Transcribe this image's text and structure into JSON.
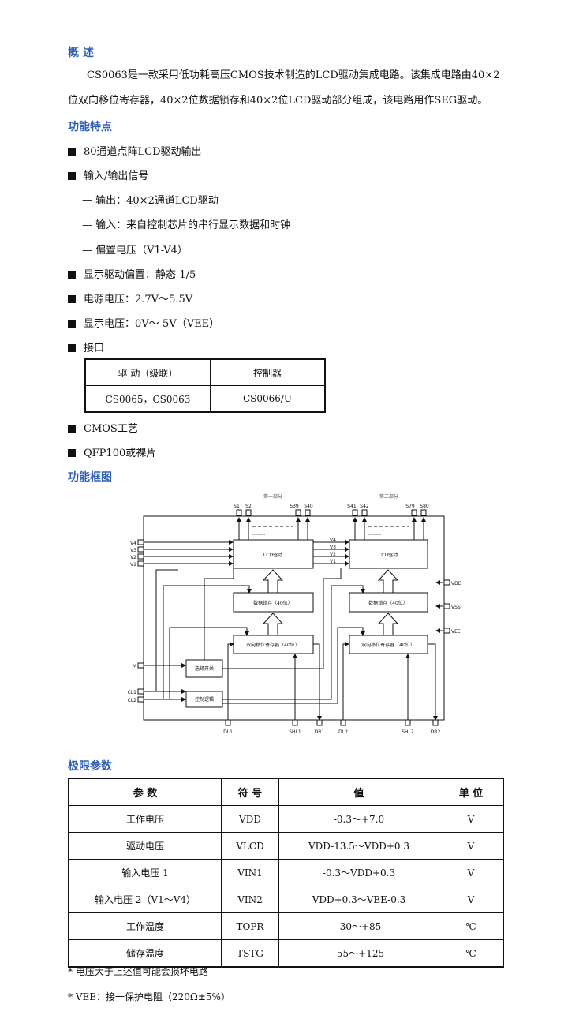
{
  "overview": {
    "heading": "概 述",
    "line1": "CS0063是一款采用低功耗高压CMOS技术制造的LCD驱动集成电路。该集成电路由40×2",
    "line2": "位双向移位寄存器，40×2位数据锁存和40×2位LCD驱动部分组成，该电路用作SEG驱动。"
  },
  "features": {
    "heading": "功能特点",
    "items": [
      "80通道点阵LCD驱动输出",
      "输入/输出信号",
      "显示驱动偏置：静态-1/5",
      "电源电压：2.7V～5.5V",
      "显示电压：0V～-5V（VEE）",
      "接口",
      "CMOS工艺",
      "QFP100或裸片"
    ],
    "sub_items": [
      "— 输出：40×2通道LCD驱动",
      "— 输入：来自控制芯片的串行显示数据和时钟",
      "— 偏置电压（V1-V4）"
    ],
    "interface_table": {
      "headers": [
        "驱 动（级联）",
        "控制器"
      ],
      "row": [
        "CS0065，CS0063",
        "CS0066/U"
      ]
    }
  },
  "diagram": {
    "heading": "功能框图",
    "part1": "第一部分",
    "part2": "第二部分",
    "pins_top_left": [
      "S1",
      "S2",
      "S39",
      "S40"
    ],
    "pins_top_right": [
      "S41",
      "S42",
      "S79",
      "S80"
    ],
    "pins_left": [
      "V4",
      "V3",
      "V2",
      "V1",
      "M",
      "CL1",
      "CL2"
    ],
    "pins_right": [
      "VDD",
      "VSS",
      "VEE"
    ],
    "pins_bottom": [
      "DL1",
      "SHL1",
      "DR1",
      "DL2",
      "SHL2",
      "DR2"
    ],
    "bias_labels": [
      "V4",
      "V3",
      "V2",
      "V1"
    ],
    "lcd_driver": "LCD驱动",
    "data_latch": "数据锁存（40位）",
    "shift_reg": "双向移位寄存器（40位）",
    "select_switch": "选择开关",
    "control_logic": "控制逻辑",
    "dashes": "--------"
  },
  "limits": {
    "heading": "极限参数",
    "headers": [
      "参 数",
      "符 号",
      "值",
      "单 位"
    ],
    "rows": [
      [
        "工作电压",
        "VDD",
        "-0.3～+7.0",
        "V"
      ],
      [
        "驱动电压",
        "VLCD",
        "VDD-13.5～VDD+0.3",
        "V"
      ],
      [
        "输入电压 1",
        "VIN1",
        "-0.3～VDD+0.3",
        "V"
      ],
      [
        "输入电压 2（V1～V4）",
        "VIN2",
        "VDD+0.3～VEE-0.3",
        "V"
      ],
      [
        "工作温度",
        "TOPR",
        "-30～+85",
        "℃"
      ],
      [
        "储存温度",
        "TSTG",
        "-55～+125",
        "℃"
      ]
    ],
    "notes": [
      "* 电压大于上述值可能会损坏电路",
      "* VEE：接一保护电阻（220Ω±5%）"
    ]
  }
}
